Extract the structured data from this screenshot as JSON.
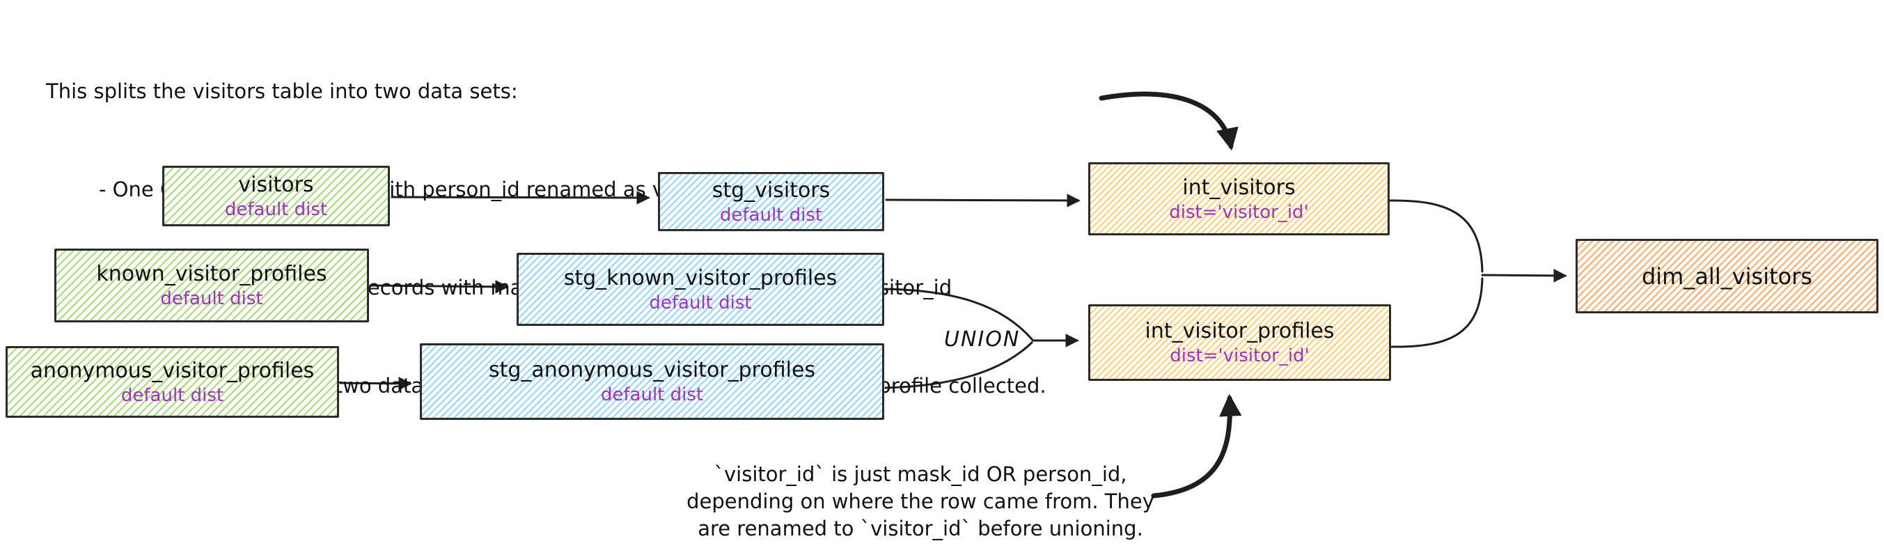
{
  "top_note": {
    "line1": "This splits the visitors table into two data sets:",
    "line2": "- One CTE with all records, with person_id renamed as visitor_id.",
    "line3": "- One CTE filtered to only records with mask_ids, with mask_id renamed as visitor_id",
    "line4": "- One CTE to union the two data sets, which results in a grain of one row per profile collected."
  },
  "bottom_note": {
    "line1": "`visitor_id` is just mask_id OR person_id,",
    "line2": "depending on where the row came from. They",
    "line3": "are renamed to `visitor_id` before unioning."
  },
  "labels": {
    "union": "UNION"
  },
  "nodes": [
    {
      "title": "visitors",
      "subtitle": "default dist",
      "kind": "source"
    },
    {
      "title": "stg_visitors",
      "subtitle": "default dist",
      "kind": "staging"
    },
    {
      "title": "int_visitors",
      "subtitle": "dist='visitor_id'",
      "kind": "intermediate"
    },
    {
      "title": "known_visitor_profiles",
      "subtitle": "default dist",
      "kind": "source"
    },
    {
      "title": "stg_known_visitor_profiles",
      "subtitle": "default dist",
      "kind": "staging"
    },
    {
      "title": "anonymous_visitor_profiles",
      "subtitle": "default dist",
      "kind": "source"
    },
    {
      "title": "stg_anonymous_visitor_profiles",
      "subtitle": "default dist",
      "kind": "staging"
    },
    {
      "title": "int_visitor_profiles",
      "subtitle": "dist='visitor_id'",
      "kind": "intermediate"
    },
    {
      "title": "dim_all_visitors",
      "subtitle": "",
      "kind": "dimension"
    }
  ],
  "colors": {
    "green": "#b3dd8b",
    "blue": "#a5d8ff",
    "yellow": "#fcd588",
    "orange": "#f9b77f",
    "purple": "#9c36b5",
    "ink": "#1e1e1e"
  }
}
